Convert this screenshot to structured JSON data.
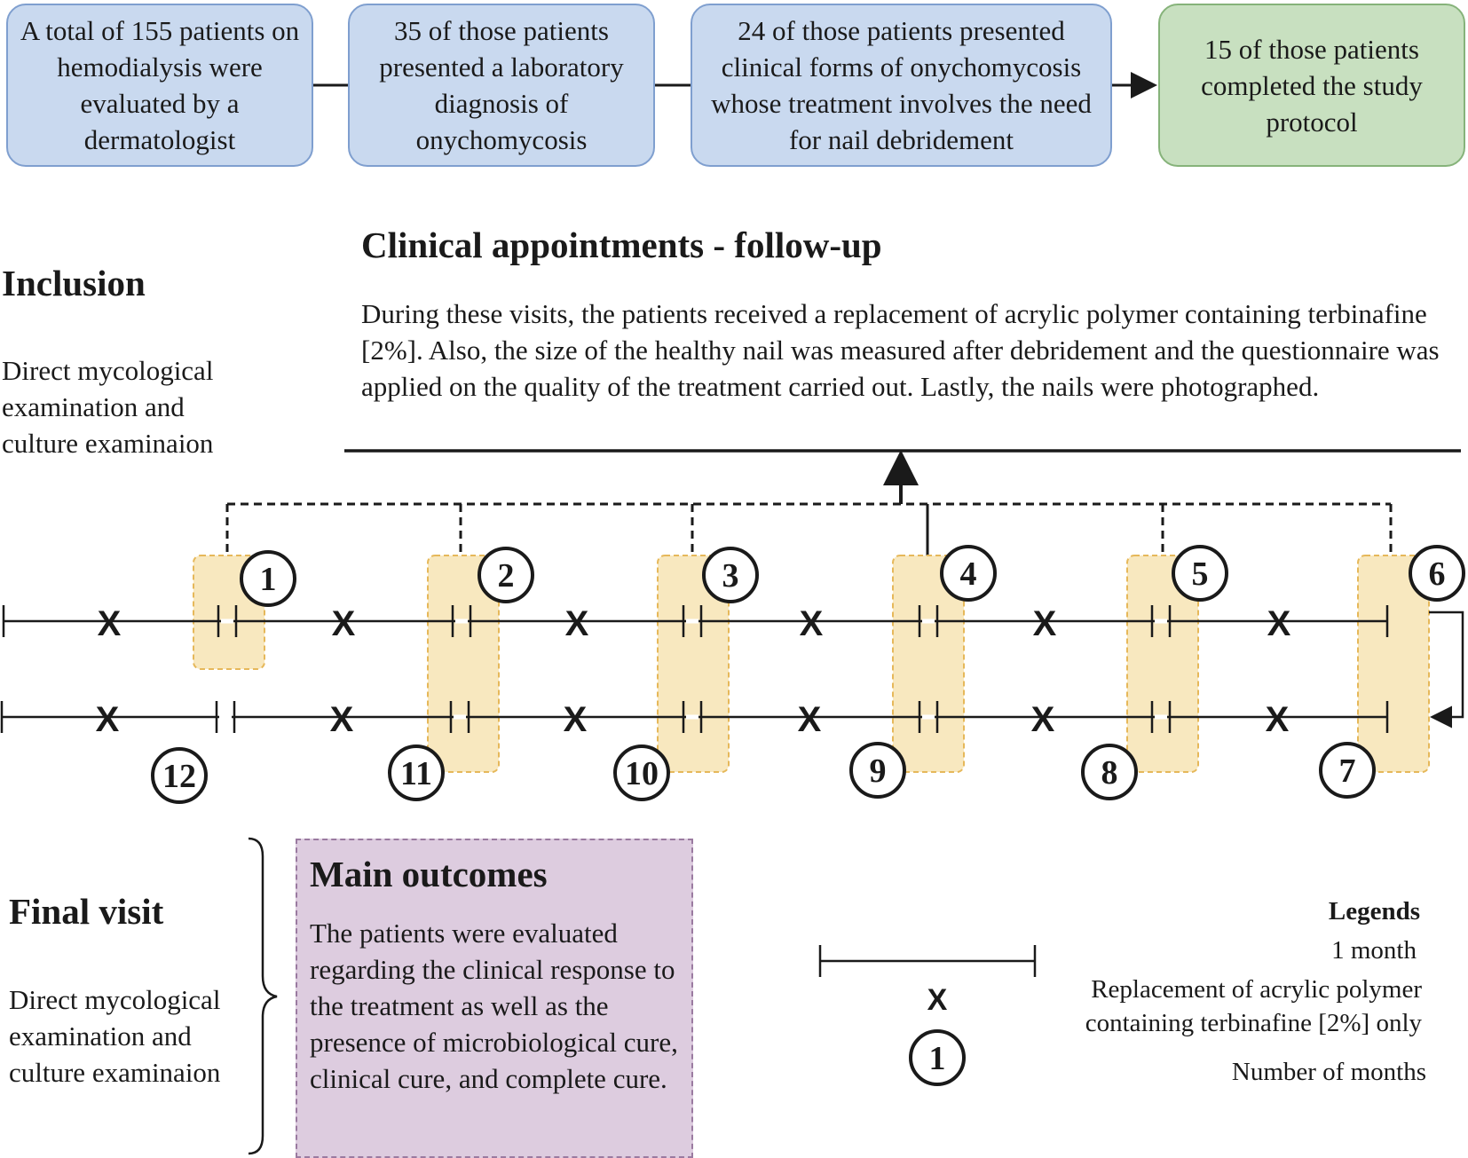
{
  "flow": {
    "box1": "A total of 155 patients on hemodialysis were evaluated by a dermatologist",
    "box2": "35 of those patients presented a laboratory diagnosis of onychomycosis",
    "box3": "24 of those patients presented clinical forms of onychomycosis whose treatment involves the need for nail debridement",
    "box4": "15 of those patients completed the study protocol"
  },
  "inclusion": {
    "title": "Inclusion",
    "text": "Direct mycological examination and culture examinaion"
  },
  "follow_up": {
    "title": "Clinical appointments - follow-up",
    "text": "During these visits, the patients received a replacement of acrylic polymer containing terbinafine [2%]. Also, the size of the healthy nail was measured after debridement and the questionnaire was applied on the quality of the treatment carried out. Lastly, the nails were photographed."
  },
  "timeline": {
    "top_months": [
      "1",
      "2",
      "3",
      "4",
      "5",
      "6"
    ],
    "bottom_months": [
      "12",
      "11",
      "10",
      "9",
      "8",
      "7"
    ],
    "x_mark": "X"
  },
  "final_visit": {
    "title": "Final visit",
    "text": "Direct mycological examination and culture examinaion"
  },
  "main_outcomes": {
    "title": "Main outcomes",
    "text": "The patients were evaluated regarding the clinical response to the treatment as well as the presence of microbiological cure, clinical cure, and complete cure."
  },
  "legend": {
    "title": "Legends",
    "month_label": "1 month",
    "x_label": "Replacement of acrylic polymer containing terbinafine [2%] only",
    "number_label": "Number of months",
    "x_symbol": "X",
    "number_symbol": "1"
  },
  "colors": {
    "blue_box": "#c9d9ef",
    "green_box": "#c8e0c0",
    "highlight": "#f8e8bf",
    "outcome_box": "#ddccdf"
  }
}
